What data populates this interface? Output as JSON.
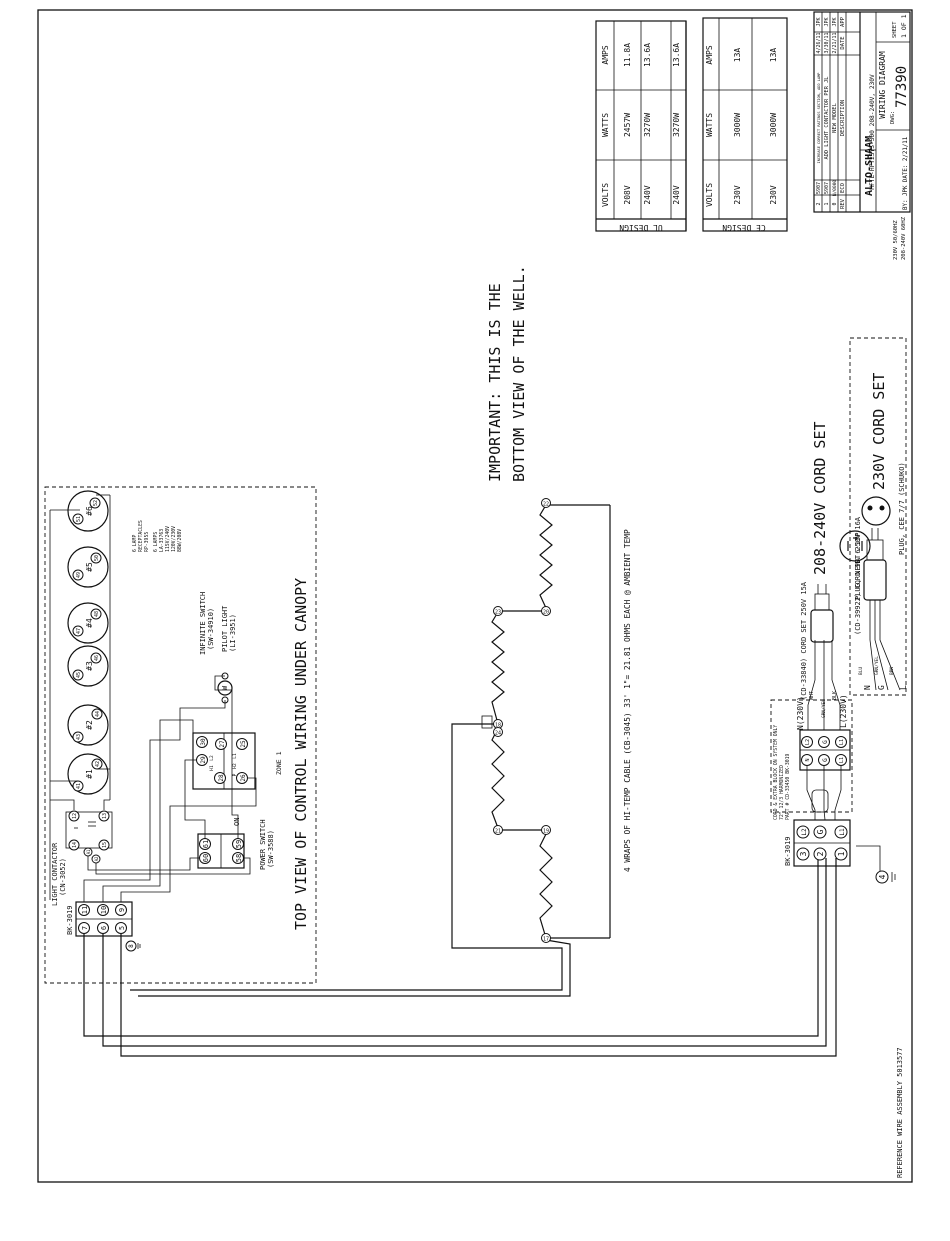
{
  "title_block": {
    "company": "ALTO-SHAAM",
    "model": "HFTE-HFT2SYS-300 208-240V, 230V",
    "doc_type": "WIRING DIAGRAM",
    "dwg_label": "DWG:",
    "dwg_no": "77390",
    "sheet_label": "SHEET",
    "sheet_value": "1 OF 1",
    "by_line": "BY: JPK DATE: 2/21/11",
    "supply_1": "230V 50/60HZ",
    "supply_2": "208-240V 60HZ",
    "rev_header": [
      "REV",
      "ECO",
      "DESCRIPTION",
      "DATE",
      "APP"
    ],
    "revisions": [
      {
        "rev": "2",
        "eco": "5907",
        "desc": "INCREASE CORRECT RATINGS SECTION, ADD LAMP",
        "date": "4/26/11",
        "app": "JPK"
      },
      {
        "rev": "1",
        "eco": "5907",
        "desc": "ADD LIGHT CONTACTOR PER JL",
        "date": "3/30/11",
        "app": "JPK"
      },
      {
        "rev": "0",
        "eco": "N/0000",
        "desc": "NEW MODEL",
        "date": "2/21/11",
        "app": "JPK"
      }
    ]
  },
  "ratings": {
    "ul": {
      "design_label": "UL DESIGN",
      "headers": [
        "VOLTS",
        "WATTS",
        "AMPS"
      ],
      "rows": [
        [
          "208V",
          "2457W",
          "11.8A"
        ],
        [
          "240V",
          "3270W",
          "13.6A"
        ],
        [
          "240V",
          "3270W",
          "13.6A"
        ]
      ]
    },
    "ce": {
      "design_label": "CE DESIGN",
      "headers": [
        "VOLTS",
        "WATTS",
        "AMPS"
      ],
      "rows": [
        [
          "230V",
          "3000W",
          "13A"
        ],
        [
          "230V",
          "3000W",
          "13A"
        ]
      ]
    }
  },
  "notes": {
    "important_1": "IMPORTANT: THIS IS THE",
    "important_2": "BOTTOM VIEW OF THE WELL.",
    "heating_cable": "4 WRAPS OF HI-TEMP CABLE (CB-3045) 33' 1\"= 21.81 OHMS EACH @ AMBIENT TEMP",
    "top_view": "TOP VIEW OF CONTROL WIRING UNDER CANOPY",
    "reference": "REFERENCE WIRE ASSEMBLY 5013577",
    "zone": "ZONE 1"
  },
  "components": {
    "light_contactor_1": "LIGHT CONTACTOR",
    "light_contactor_2": "(CN-3052)",
    "bk_left": "BK-3019",
    "bk_right": "BK-3019",
    "infinite_switch_1": "INFINITE SWITCH",
    "infinite_switch_2": "(SW-34910)",
    "pilot_light_1": "PILOT LIGHT",
    "pilot_light_2": "(LI-3951)",
    "power_switch_1": "POWER SWITCH",
    "power_switch_2": "(SW-3588)",
    "on_label": "ON",
    "lamp_note": [
      "6 LAMP",
      "RECEPTACLES",
      "RP-3955",
      "6 LAMPS",
      "LA-33763",
      "115V/240V",
      "120V/230V",
      "88W/208V"
    ],
    "cord_block_note": [
      "CORD & EXTRA BLOCK ON SYSTEM ONLY",
      "72\" 12/3 HARMONIZED",
      "PART # CD-33450 BK-3019"
    ],
    "cord_208_240": "208-240V CORD SET",
    "cord_230": "230V CORD SET",
    "cd_33840": "(CD-33840) CORD SET 250V 15A",
    "plug_nema": "PLUG, NEMA 6-15P",
    "cd_39922": "(CD-39922) CORD SET 250V 16A",
    "plug_cee": "PLUG, CEE 7/7 (SCHUKO)",
    "n_230": "N(230V)",
    "l_230": "L(230V)",
    "wht": "WHT",
    "blk": "BLK",
    "grn_yel": "GRN/YEL",
    "blu": "BLU",
    "brn": "BRN",
    "n": "N",
    "g": "G",
    "l": "L"
  },
  "lamps": [
    {
      "label": "#1",
      "t_a": "41",
      "t_b": "42"
    },
    {
      "label": "#2",
      "t_a": "43",
      "t_b": "44"
    },
    {
      "label": "#3",
      "t_a": "45",
      "t_b": "46"
    },
    {
      "label": "#4",
      "t_a": "47",
      "t_b": "48"
    },
    {
      "label": "#5",
      "t_a": "49",
      "t_b": "50"
    },
    {
      "label": "#6",
      "t_a": "51",
      "t_b": "52"
    }
  ],
  "terminals": {
    "bk_left_top": [
      "7",
      "11",
      "10",
      "9"
    ],
    "bk_left_bottom": [
      "6",
      "5"
    ],
    "contactor": [
      "14",
      "12",
      "13",
      "15",
      "A1",
      "A2"
    ],
    "power_switch": [
      "60",
      "61",
      "58",
      "59"
    ],
    "infinite_switch": [
      "30",
      "29",
      "28",
      "27",
      "26",
      "25"
    ],
    "infinite_marks": [
      "L2",
      "H1",
      "H2",
      "L1",
      "P"
    ],
    "pilot": "W",
    "ground_left": "8",
    "bk_right": [
      "3",
      "2",
      "G",
      "1",
      "L2",
      "N",
      "G",
      "L1"
    ],
    "ground_right": "4",
    "heater_nodes": [
      "17",
      "18",
      "19",
      "20",
      "21",
      "22",
      "23",
      "24"
    ]
  }
}
